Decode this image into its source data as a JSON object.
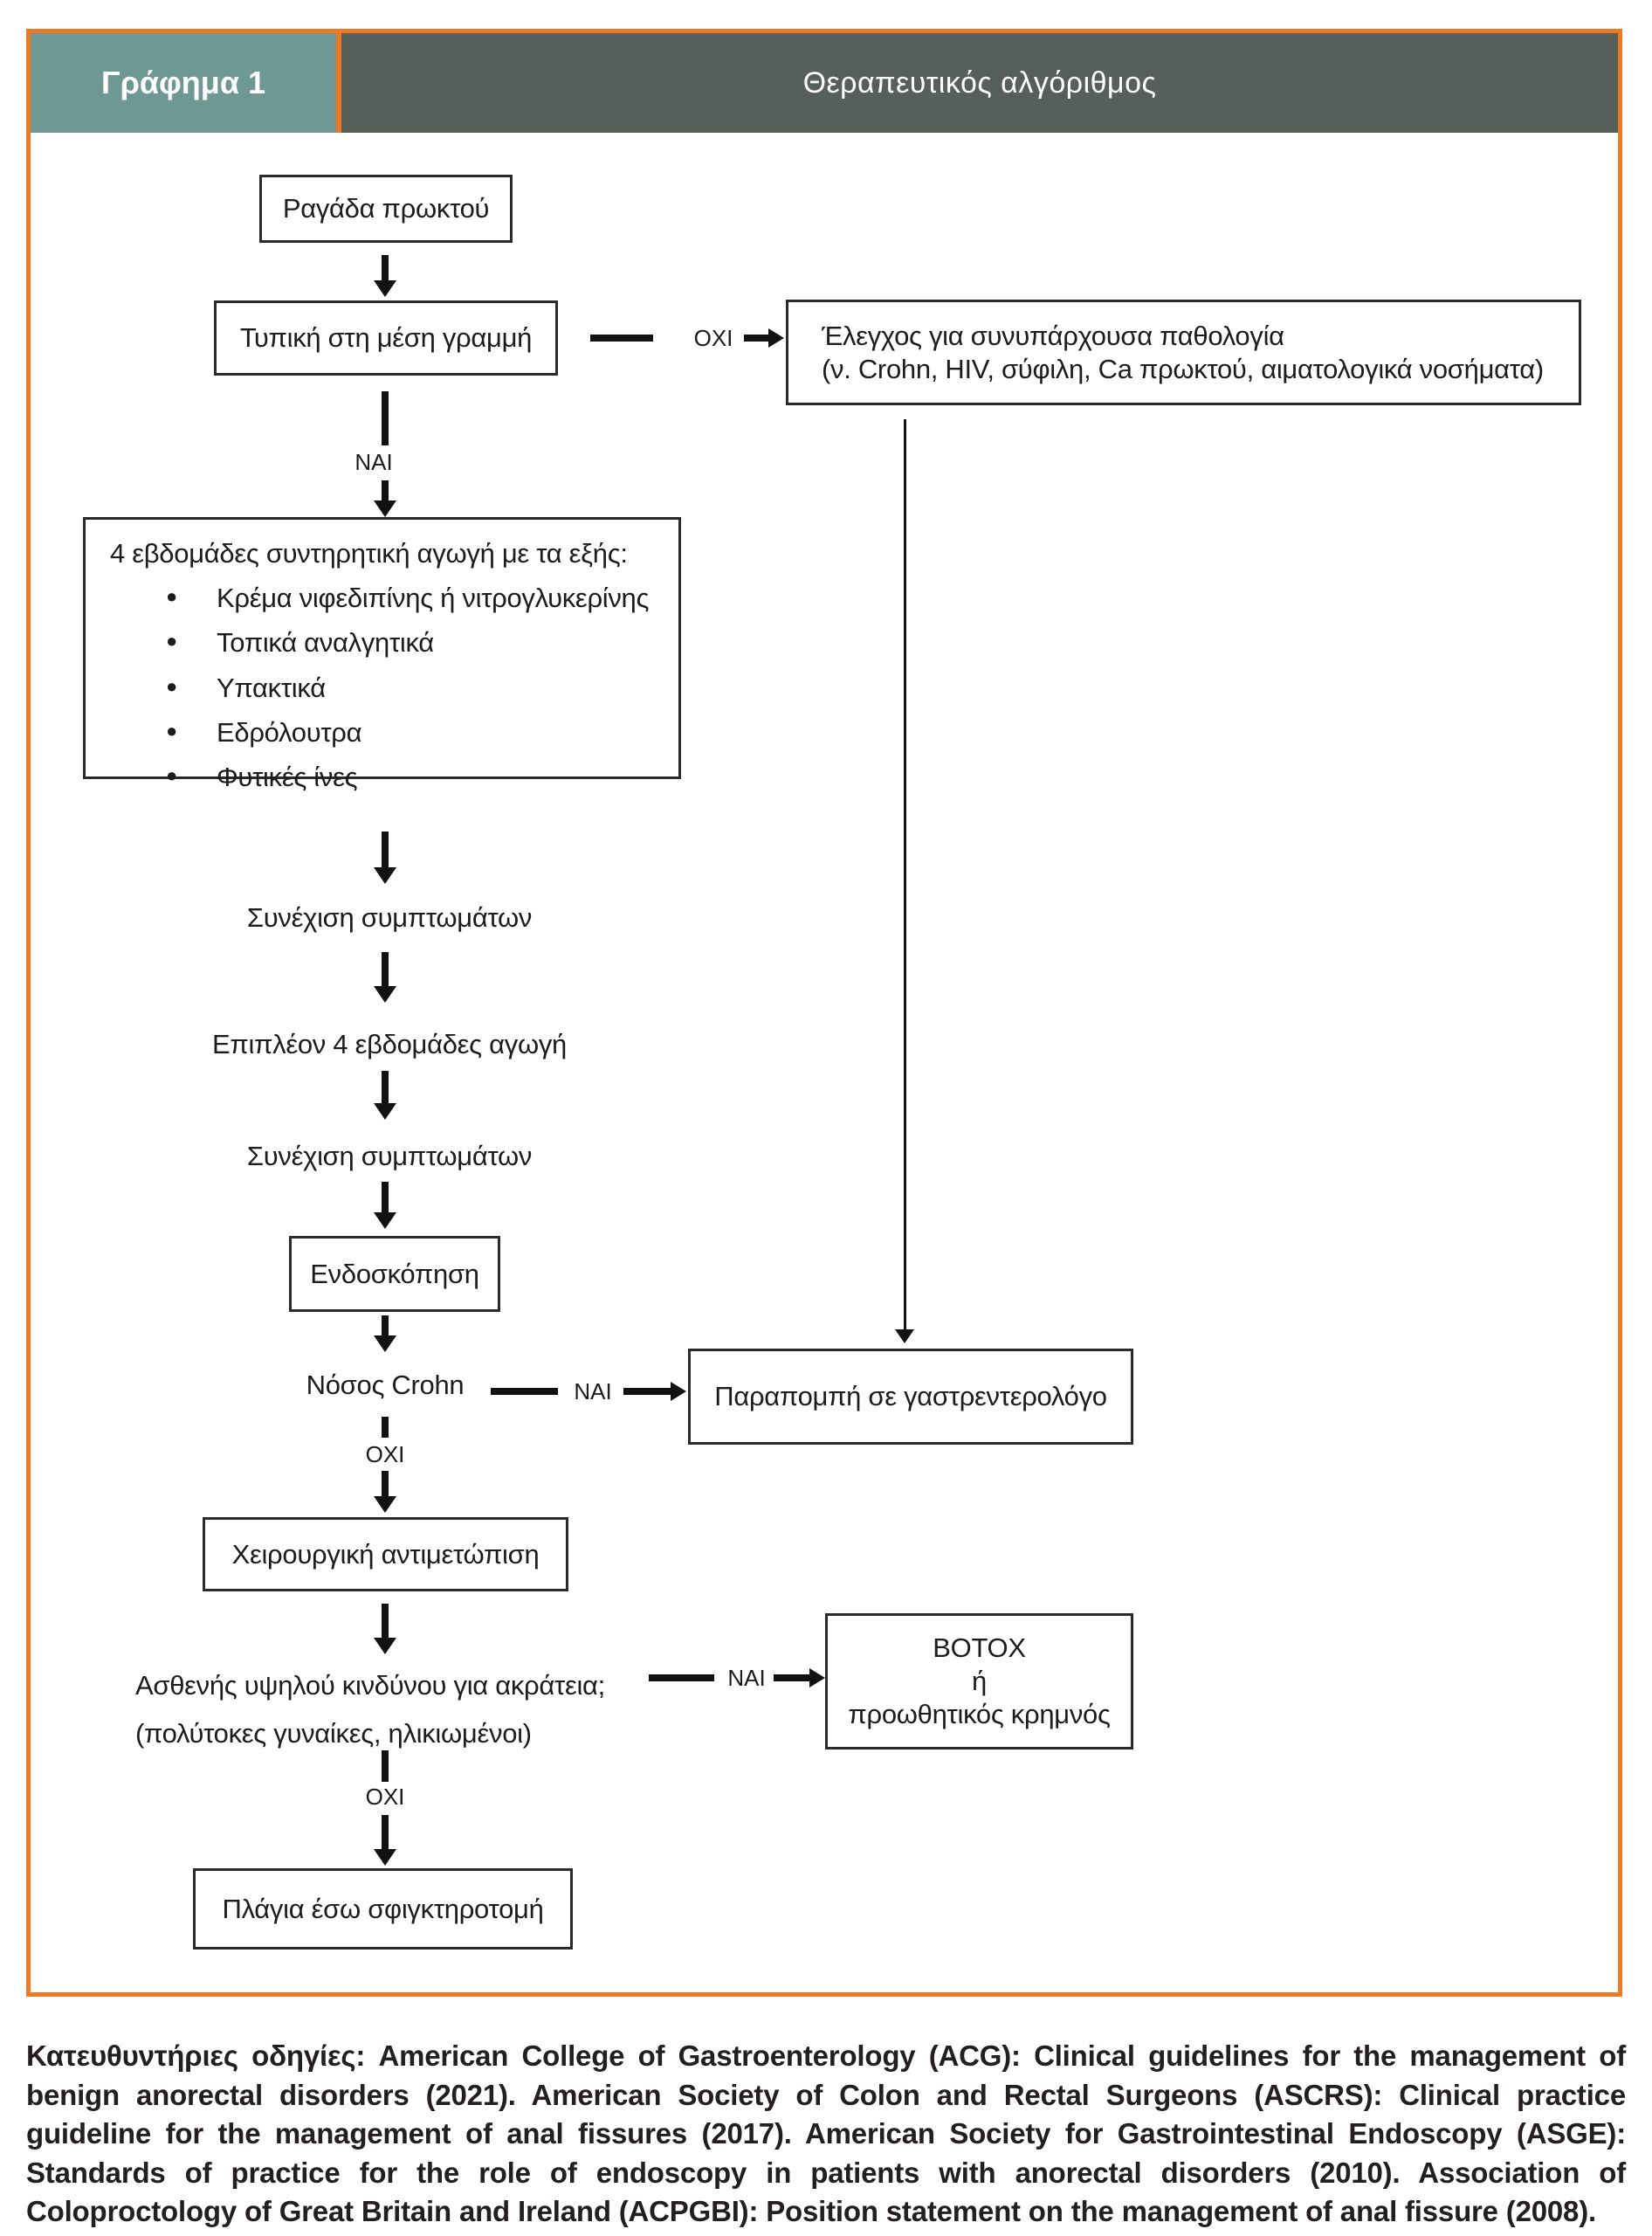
{
  "header": {
    "figure_label": "Γράφημα 1",
    "title": "Θεραπευτικός αλγόριθμος"
  },
  "colors": {
    "accent": "#ED7A23",
    "teal": "#6D9893",
    "band": "#575F5A",
    "ink": "#1C1C1C"
  },
  "flowchart": {
    "labels": {
      "yes": "ΝΑΙ",
      "no": "ΟΧΙ"
    },
    "nodes": {
      "fissure": "Ραγάδα πρωκτού",
      "typical_midline": "Τυπική στη μέση γραμμή",
      "comorbidity_line1": "Έλεγχος για συνυπάρχουσα παθολογία",
      "comorbidity_line2": "(ν. Crohn, HIV, σύφιλη, Ca πρωκτού, αιματολογικά νοσήματα)",
      "conservative_title": "4 εβδομάδες συντηρητική αγωγή με τα εξής:",
      "conservative_items": [
        "Κρέμα νιφεδιπίνης ή νιτρογλυκερίνης",
        "Τοπικά αναλγητικά",
        "Υπακτικά",
        "Εδρόλουτρα",
        "Φυτικές ίνες"
      ],
      "continued_symptoms_1": "Συνέχιση συμπτωμάτων",
      "extra_4_weeks": "Επιπλέον 4 εβδομάδες αγωγή",
      "continued_symptoms_2": "Συνέχιση συμπτωμάτων",
      "endoscopy": "Ενδοσκόπηση",
      "crohn": "Νόσος Crohn",
      "referral": "Παραπομπή σε γαστρεντερολόγο",
      "surgery": "Χειρουργική αντιμετώπιση",
      "high_risk_line1": "Ασθενής υψηλού κινδύνου για ακράτεια;",
      "high_risk_line2": "(πολύτοκες γυναίκες, ηλικιωμένοι)",
      "botox_line1": "BOTOX",
      "botox_line2": "ή",
      "botox_line3": "προωθητικός κρημνός",
      "sphincterotomy": "Πλάγια έσω σφιγκτηροτομή"
    }
  },
  "footer": {
    "text": "Κατευθυντήριες οδηγίες: American College of Gastroenterology (ACG): Clinical guidelines for the management of benign anorectal disorders (2021). American Society of Colon and Rectal Surgeons (ASCRS): Clinical practice guideline for the management of anal fissures (2017). American Society for Gastrointestinal Endoscopy (ASGE): Standards of practice for the role of endoscopy in patients with anorectal disorders (2010). Association of Coloproctology of Great Britain and Ireland (ACPGBI): Position statement on the management of anal fissure (2008)."
  }
}
